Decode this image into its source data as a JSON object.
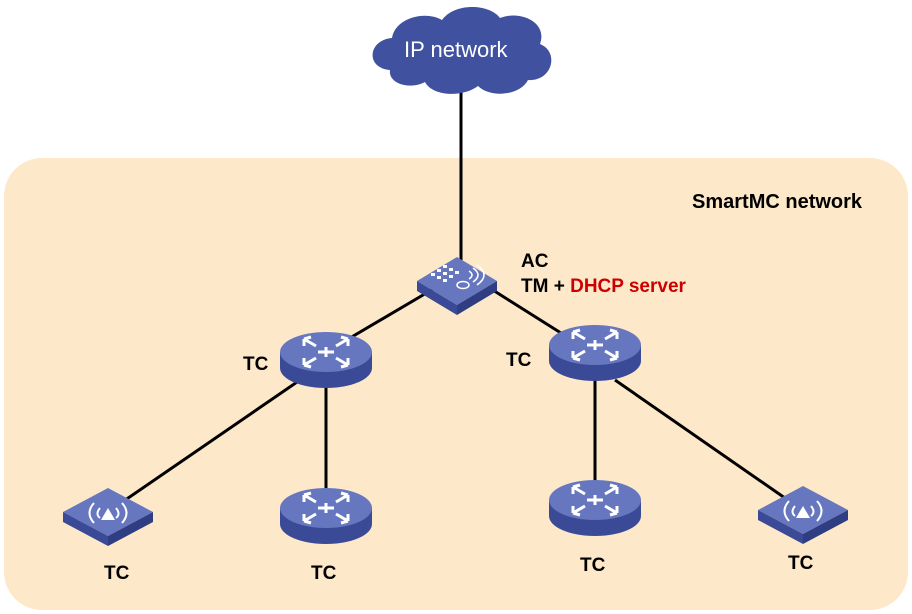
{
  "cloud": {
    "label": "IP network"
  },
  "region": {
    "label": "SmartMC network"
  },
  "ac": {
    "line1": "AC",
    "line2_prefix": "TM + ",
    "line2_highlight": "DHCP server"
  },
  "nodes": {
    "switch_left": "TC",
    "switch_right": "TC",
    "ap_bottom_left": "TC",
    "switch_bottom_left": "TC",
    "switch_bottom_right": "TC",
    "ap_bottom_right": "TC"
  },
  "colors": {
    "region_fill": "#fde9c9",
    "device_top": "#6677c0",
    "device_side": "#3a4a96",
    "cloud": "#3f519f",
    "highlight": "#cc0000"
  }
}
